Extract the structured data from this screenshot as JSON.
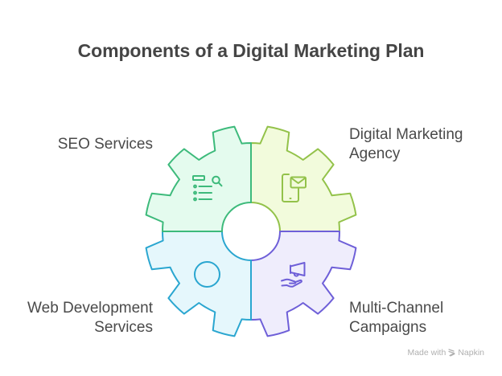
{
  "title": "Components of a Digital Marketing Plan",
  "quadrants": [
    {
      "id": "top-left",
      "label_lines": [
        "SEO Services"
      ],
      "icon": "list-search-icon",
      "fill": "#e4fbee",
      "stroke": "#3dba7b"
    },
    {
      "id": "top-right",
      "label_lines": [
        "Digital Marketing",
        "Agency"
      ],
      "icon": "phone-mail-icon",
      "fill": "#f2fbdc",
      "stroke": "#93c24a"
    },
    {
      "id": "bottom-left",
      "label_lines": [
        "Web Development",
        "Services"
      ],
      "icon": "circle-icon",
      "fill": "#e5f7fc",
      "stroke": "#2aa6d0"
    },
    {
      "id": "bottom-right",
      "label_lines": [
        "Multi-Channel",
        "Campaigns"
      ],
      "icon": "hand-megaphone-icon",
      "fill": "#efedfc",
      "stroke": "#6e5fd8"
    }
  ],
  "footer": {
    "made_with": "Made with",
    "brand": "Napkin",
    "brand_icon": "napkin-logo-icon"
  }
}
